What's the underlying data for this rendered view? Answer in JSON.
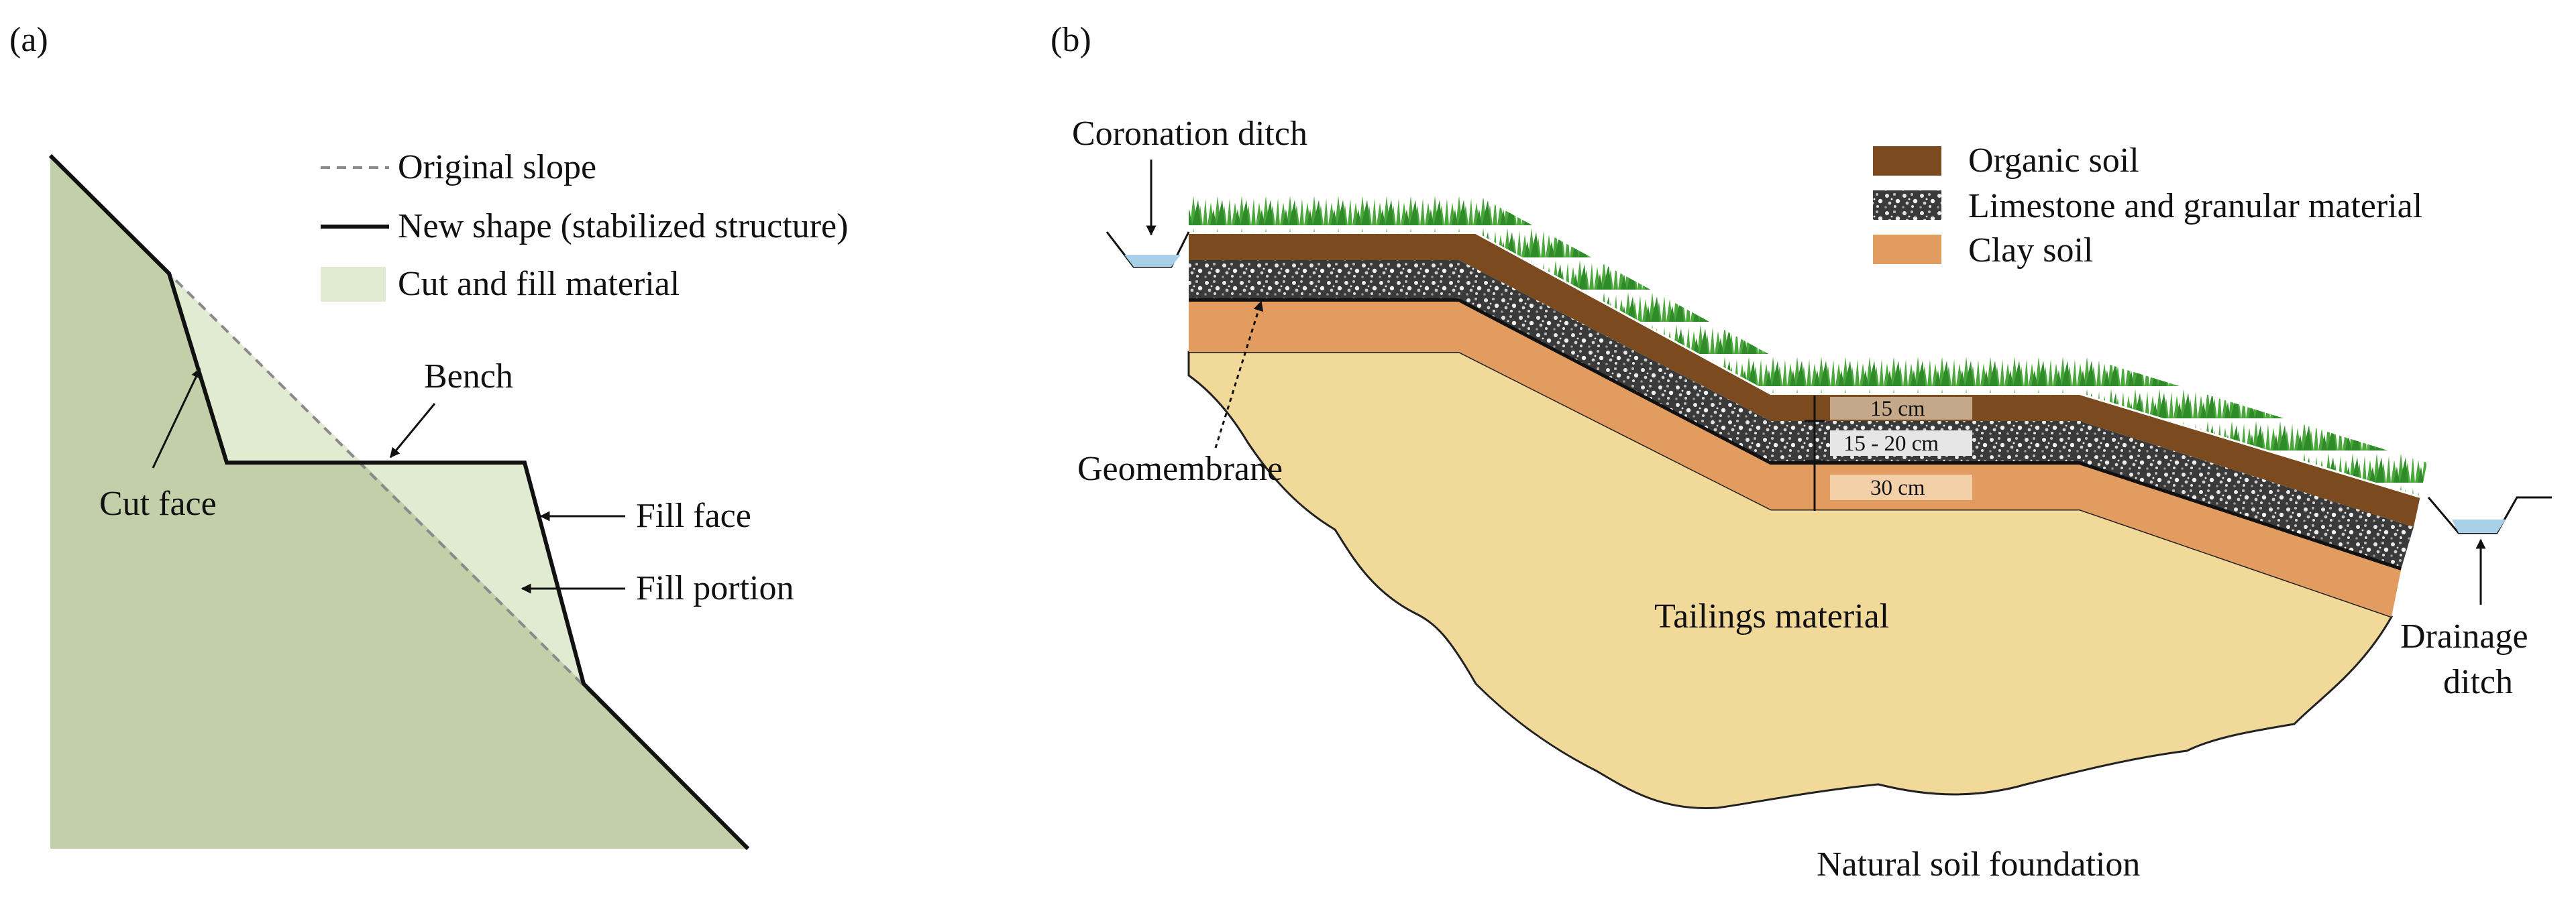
{
  "panel_a": {
    "label": "(a)",
    "legend": {
      "original_slope": "Original slope",
      "new_shape": "New shape (stabilized structure)",
      "cut_fill": "Cut and fill material"
    },
    "annotations": {
      "bench": "Bench",
      "cut_face": "Cut face",
      "fill_face": "Fill face",
      "fill_portion": "Fill portion"
    }
  },
  "panel_b": {
    "label": "(b)",
    "legend": {
      "organic": "Organic soil",
      "limestone": "Limestone and granular material",
      "clay": "Clay soil"
    },
    "annotations": {
      "coronation_ditch": "Coronation ditch",
      "geomembrane": "Geomembrane",
      "tailings": "Tailings material",
      "drainage_line1": "Drainage",
      "drainage_line2": "ditch",
      "natural_soil": "Natural soil foundation"
    },
    "thickness": {
      "organic": "15 cm",
      "limestone": "15 - 20 cm",
      "clay": "30 cm"
    }
  },
  "colors": {
    "slope_green": "#c3cfa8",
    "fill_light": "#e1ebd2",
    "organic": "#7b4b1f",
    "clay": "#e39c60",
    "tailings": "#f1d99a",
    "grass": "#4aa83a",
    "water": "#a8cfe8"
  }
}
